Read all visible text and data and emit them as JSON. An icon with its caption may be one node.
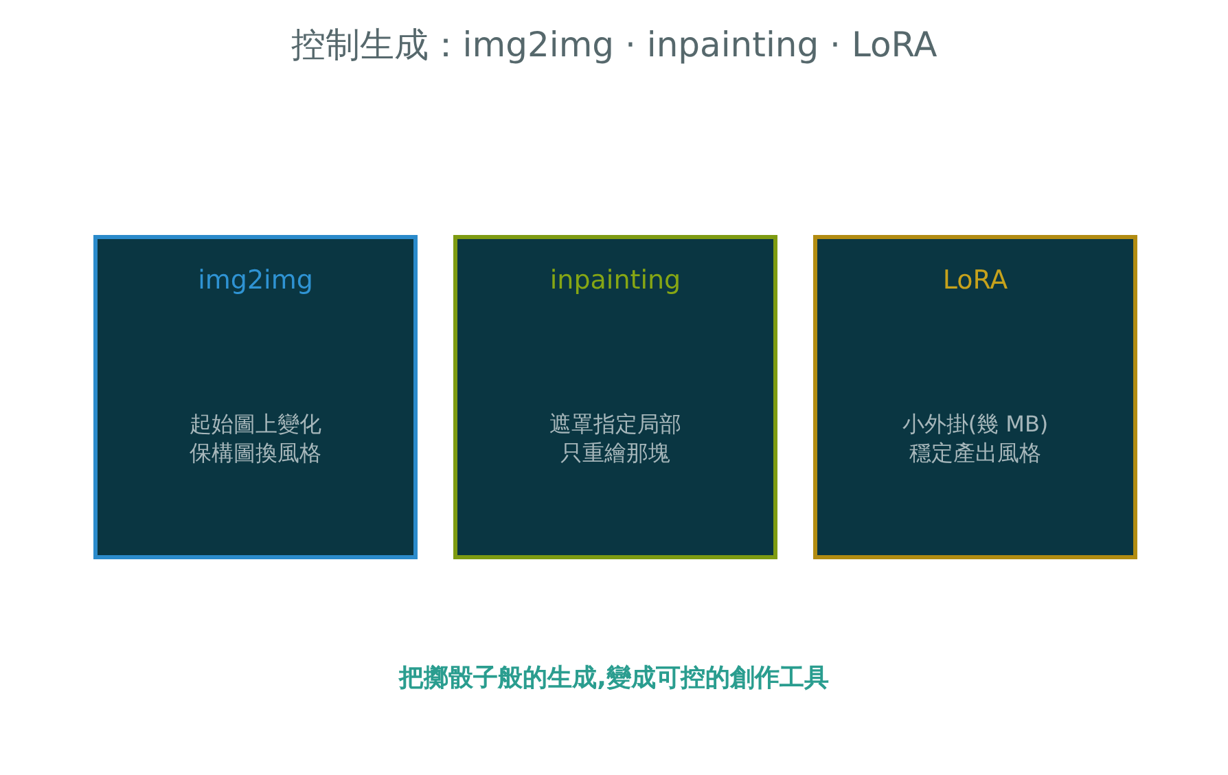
{
  "diagram": {
    "title": "控制生成：img2img · inpainting · LoRA",
    "nodes": [
      {
        "text": [
          "img2img",
          "起始圖上變化保構圖換風格"
        ]
      },
      {
        "text": [
          "inpainting",
          "遮罩指定局部只重繪那塊"
        ]
      },
      {
        "text": [
          "LoRA",
          "小外掛(幾 MB)穩定產出風格"
        ]
      }
    ],
    "caption": "把擲骰子般的生成,變成可控的創作工具"
  }
}
